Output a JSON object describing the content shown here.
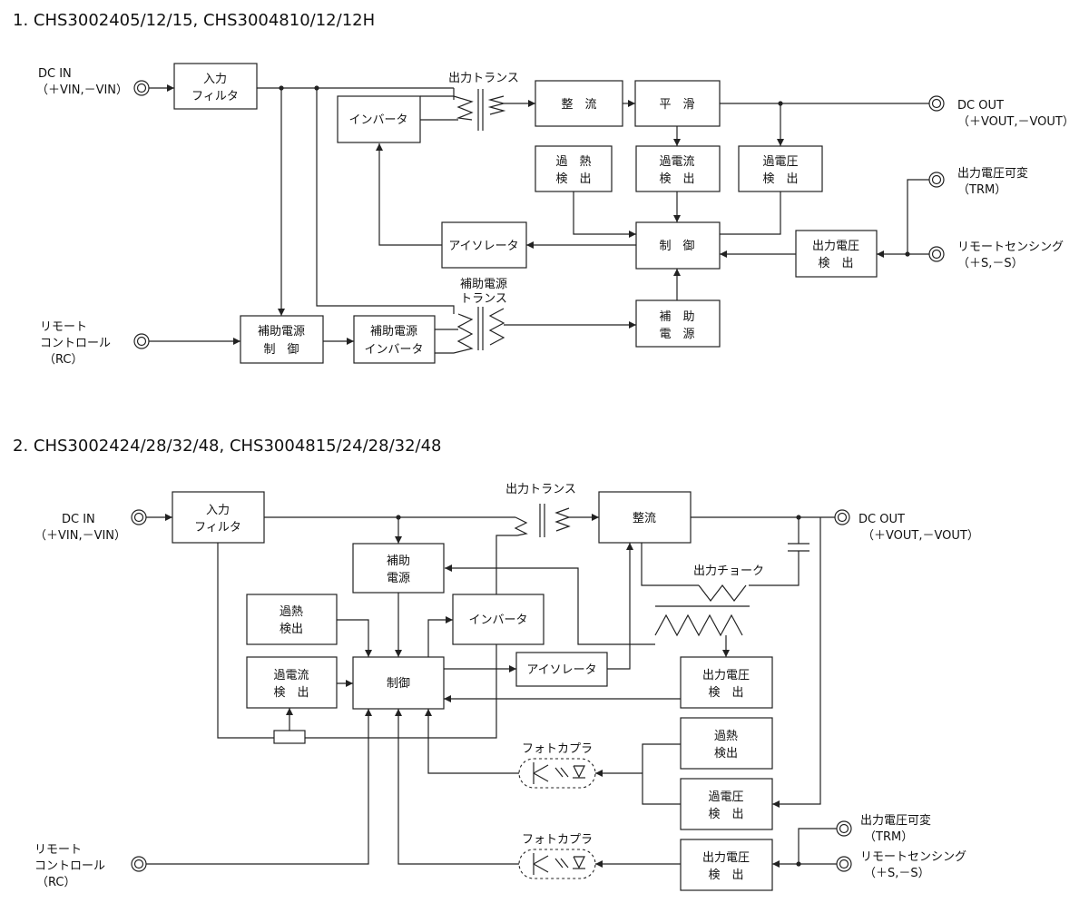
{
  "section1": {
    "title": "1. CHS3002405/12/15, CHS3004810/12/12H",
    "dc_in": [
      "DC IN",
      "（＋VIN,－VIN）"
    ],
    "dc_out": [
      "DC OUT",
      "（＋VOUT,－VOUT）"
    ],
    "trm": [
      "出力電圧可変",
      "（TRM）"
    ],
    "remote_sensing": [
      "リモートセンシング",
      "（＋S,－S）"
    ],
    "remote_control": [
      "リモート",
      "コントロール",
      "（RC）"
    ],
    "output_transformer": "出力トランス",
    "aux_transformer": [
      "補助電源",
      "トランス"
    ],
    "blocks": {
      "input_filter": [
        "入力",
        "フィルタ"
      ],
      "inverter": [
        "インバータ"
      ],
      "rectifier": [
        "整　流"
      ],
      "smoothing": [
        "平　滑"
      ],
      "over_temp": [
        "過　熱",
        "検　出"
      ],
      "over_current": [
        "過電流",
        "検　出"
      ],
      "over_voltage": [
        "過電圧",
        "検　出"
      ],
      "isolator": [
        "アイソレータ"
      ],
      "control": [
        "制　御"
      ],
      "output_voltage_detect": [
        "出力電圧",
        "検　出"
      ],
      "aux_control": [
        "補助電源",
        "制　御"
      ],
      "aux_inverter": [
        "補助電源",
        "インバータ"
      ],
      "aux_supply": [
        "補　助",
        "電　源"
      ]
    }
  },
  "section2": {
    "title": "2. CHS3002424/28/32/48, CHS3004815/24/28/32/48",
    "dc_in": [
      "DC IN",
      "（＋VIN,－VIN）"
    ],
    "dc_out": [
      "DC OUT",
      "（＋VOUT,－VOUT）"
    ],
    "trm": [
      "出力電圧可変",
      "（TRM）"
    ],
    "remote_sensing": [
      "リモートセンシング",
      "（＋S,－S）"
    ],
    "remote_control": [
      "リモート",
      "コントロール",
      "（RC）"
    ],
    "output_transformer": "出力トランス",
    "output_choke": "出力チョーク",
    "photocoupler": "フォトカプラ",
    "blocks": {
      "input_filter": [
        "入力",
        "フィルタ"
      ],
      "aux_supply": [
        "補助",
        "電源"
      ],
      "inverter": [
        "インバータ"
      ],
      "rectifier": [
        "整流"
      ],
      "over_temp_left": [
        "過熱",
        "検出"
      ],
      "over_current": [
        "過電流",
        "検　出"
      ],
      "control": [
        "制御"
      ],
      "isolator": [
        "アイソレータ"
      ],
      "output_voltage_detect_1": [
        "出力電圧",
        "検　出"
      ],
      "over_temp_right": [
        "過熱",
        "検出"
      ],
      "over_voltage": [
        "過電圧",
        "検　出"
      ],
      "output_voltage_detect_2": [
        "出力電圧",
        "検　出"
      ]
    }
  }
}
